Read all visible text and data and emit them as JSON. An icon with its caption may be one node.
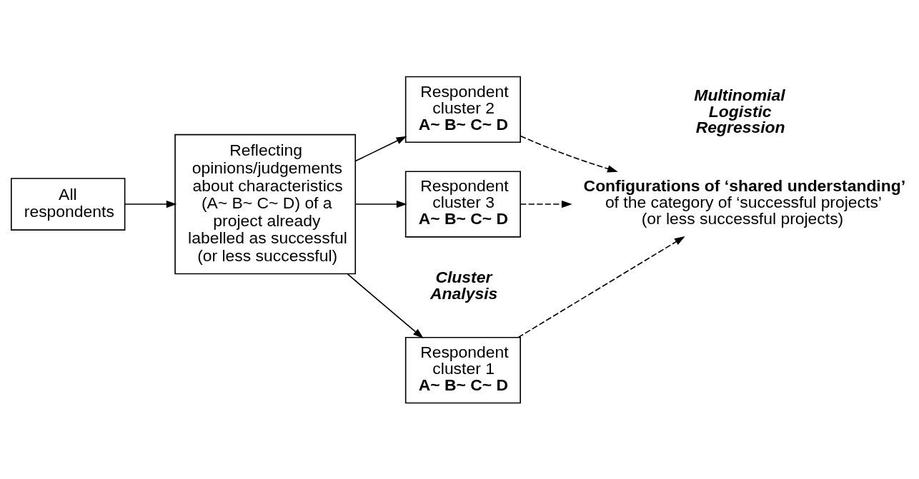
{
  "diagram": {
    "nodes": [
      {
        "text": [
          "All respondents"
        ]
      },
      {
        "text": [
          "Reflecting opinions/judgements about characteristics (A~ B~ C~ D) of a project already labelled as successful (or less successful)"
        ]
      },
      {
        "text": [
          "Respondent cluster 1",
          "A~ B~ C~ D"
        ]
      },
      {
        "text": [
          "Respondent cluster 2",
          "A~ B~ C~ D"
        ]
      },
      {
        "text": [
          "Respondent cluster 3",
          "A~ B~ C~ D"
        ]
      },
      {
        "text": [
          "Configurations of ‘shared understanding’",
          "of the category of ‘successful projects’ (or less successful projects)"
        ]
      }
    ],
    "edges": [
      {
        "from": 0,
        "to": 1,
        "arrow": "to"
      },
      {
        "from": 1,
        "to": 2,
        "arrow": "to"
      },
      {
        "from": 1,
        "to": 3,
        "arrow": "to"
      },
      {
        "from": 1,
        "to": 4,
        "arrow": "to"
      },
      {
        "from": 2,
        "to": 5,
        "arrow": "to",
        "style": "dashed"
      },
      {
        "from": 3,
        "to": 5,
        "arrow": "to",
        "style": "dashed"
      },
      {
        "from": 4,
        "to": 5,
        "arrow": "to",
        "style": "dashed"
      }
    ],
    "labels": [
      "Cluster Analysis",
      "Multinomial Logistic Regression"
    ]
  }
}
